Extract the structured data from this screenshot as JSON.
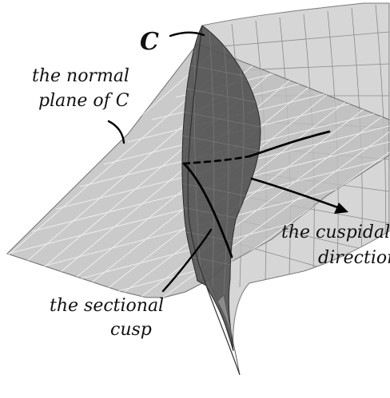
{
  "diagram": {
    "curve_label": "C",
    "normal_plane_label_line1": "the normal",
    "normal_plane_label_line2": "plane of C",
    "cuspidal_label_line1": "the cuspidal",
    "cuspidal_label_line2": "direction",
    "sectional_cusp_label_line1": "the sectional",
    "sectional_cusp_label_line2": "cusp"
  }
}
